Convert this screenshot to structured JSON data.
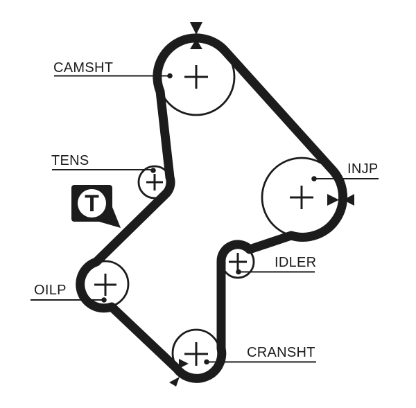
{
  "diagram": {
    "type": "timing-belt-routing",
    "labels": {
      "camshaft": "CAMSHT",
      "tensioner": "TENS",
      "injection_pump": "INJP",
      "idler": "IDLER",
      "oil_pump": "OILP",
      "crankshaft": "CRANSHT"
    },
    "marker": {
      "letter": "T"
    },
    "colors": {
      "ink": "#1c1c1c",
      "background": "#ffffff"
    }
  }
}
